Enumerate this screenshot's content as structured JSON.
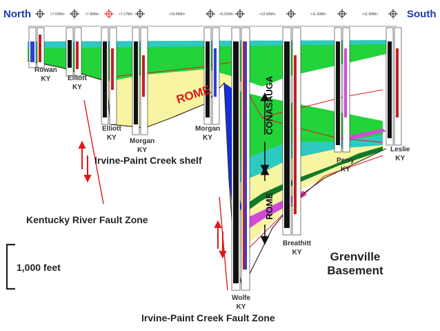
{
  "header": {
    "north": "North",
    "south": "South",
    "distances": [
      "<7.63Mi>",
      "<7.96Mi>",
      "<7.17Mi>",
      "<16.66Mi>",
      "<5.91Mi>",
      "<12.60Mi>",
      "<11.93Mi>",
      "<11.95Mi>"
    ]
  },
  "wells": {
    "rowan": "Rowan\nKY",
    "elliott1": "Elliott\nKY",
    "elliott2": "Elliott\nKY",
    "morgan1": "Morgan\nKY",
    "morgan2": "Morgan\nKY",
    "wolfe": "Wolfe\nKY",
    "breathitt": "Breathitt\nKY",
    "perry": "Perry\nKY",
    "leslie": "Leslie\nKY"
  },
  "formations": {
    "rome_shelf": "ROME",
    "conasauga": "CONASAUGA",
    "rome_trough": "ROME"
  },
  "labels": {
    "shelf": "Irvine-Paint Creek shelf",
    "kentucky_river": "Kentucky River Fault Zone",
    "ipc_fault": "Irvine-Paint Creek Fault Zone",
    "scale": "1,000 feet",
    "basement": "Grenville\nBasement"
  },
  "colors": {
    "title": "#1f3aa8",
    "green": "#22d33a",
    "cyan": "#2ec9c0",
    "yellow": "#f8f5a2",
    "blue": "#1030e8",
    "magenta": "#d04bd8",
    "fault": "#e01818"
  }
}
